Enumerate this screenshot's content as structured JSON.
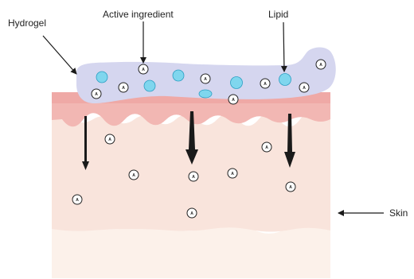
{
  "labels": {
    "hydrogel": "Hydrogel",
    "active_ingredient": "Active ingredient",
    "lipid": "Lipid",
    "skin": "Skin"
  },
  "active_ingredient_symbol": "A",
  "colors": {
    "hydrogel": "#d5d6ef",
    "lipid": "#7fd6ee",
    "lipid_stroke": "#2b9fc3",
    "epidermis": "#f2b7b3",
    "dermis": "#f9e4dc",
    "hypodermis": "#fcf1ea",
    "arrow": "#1a1a1a"
  }
}
